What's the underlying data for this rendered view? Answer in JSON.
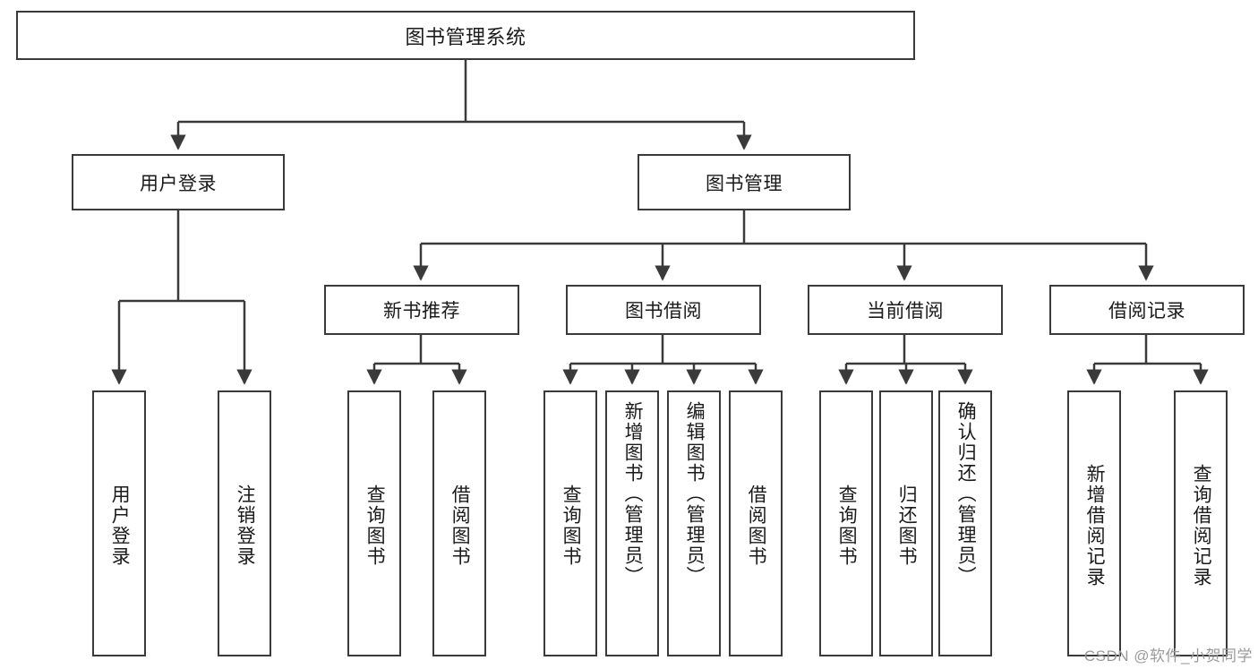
{
  "diagram": {
    "title": "图书管理系统",
    "type": "hierarchy-tree",
    "root": {
      "label": "图书管理系统"
    },
    "level2": [
      {
        "label": "用户登录"
      },
      {
        "label": "图书管理"
      }
    ],
    "level3": [
      {
        "label": "新书推荐"
      },
      {
        "label": "图书借阅"
      },
      {
        "label": "当前借阅"
      },
      {
        "label": "借阅记录"
      }
    ],
    "leaves": {
      "user_login": [
        {
          "label": "用户登录"
        },
        {
          "label": "注销登录"
        }
      ],
      "new_book_recommend": [
        {
          "label": "查询图书"
        },
        {
          "label": "借阅图书"
        }
      ],
      "book_borrow": [
        {
          "label": "查询图书"
        },
        {
          "label": "新增图书（管理员）"
        },
        {
          "label": "编辑图书（管理员）"
        },
        {
          "label": "借阅图书"
        }
      ],
      "current_borrow": [
        {
          "label": "查询图书"
        },
        {
          "label": "归还图书"
        },
        {
          "label": "确认归还（管理员）"
        }
      ],
      "borrow_record": [
        {
          "label": "新增借阅记录"
        },
        {
          "label": "查询借阅记录"
        }
      ]
    }
  },
  "watermark": {
    "text": "CSDN @软件_小贺同学"
  },
  "colors": {
    "border": "#3a3a3a",
    "background": "#ffffff",
    "text": "#1a1a1a",
    "watermark": "#9a9a9a"
  }
}
